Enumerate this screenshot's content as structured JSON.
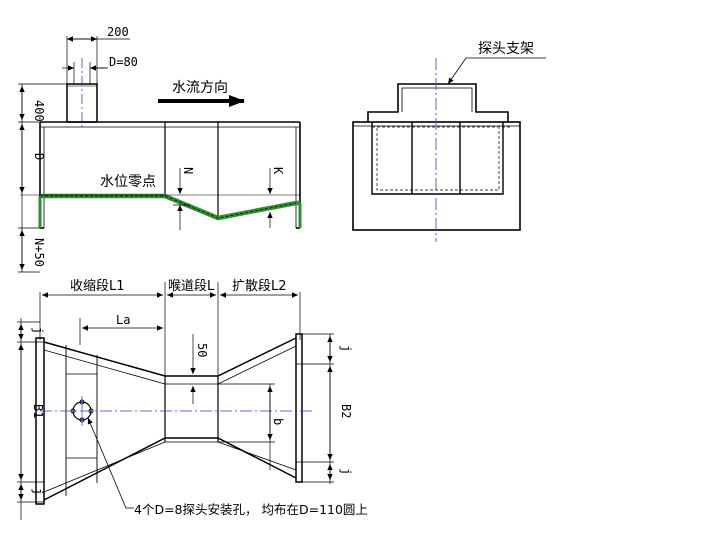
{
  "labels": {
    "dim_200": "200",
    "dim_d80": "D=80",
    "dim_400": "400",
    "dim_d": "D",
    "dim_n50": "N+50",
    "flow_direction": "水流方向",
    "water_level_zero": "水位零点",
    "dim_n": "N",
    "dim_k": "K",
    "probe_bracket": "探头支架",
    "section_contraction": "收缩段L1",
    "section_throat": "喉道段L",
    "section_diffuser": "扩散段L2",
    "dim_la": "La",
    "dim_50": "50",
    "dim_j_left_top": "j",
    "dim_b1": "B1",
    "dim_j_left_bottom": "j",
    "dim_j_right_top": "j",
    "dim_b2": "B2",
    "dim_j_right_bottom": "j",
    "dim_b": "b",
    "probe_hole_note": "4个D=8探头安装孔， 均布在D=110圆上"
  },
  "colors": {
    "line": "#000000",
    "centerline": "#2e3fd8",
    "liner": "#2f8f2f"
  }
}
